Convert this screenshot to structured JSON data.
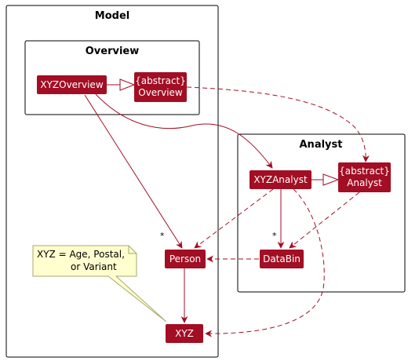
{
  "colors": {
    "class_fill": "#a20e23",
    "arrow": "#a20e23",
    "package_border": "#000000",
    "note_fill": "#fefece",
    "note_border": "#a8a86e"
  },
  "packages": {
    "model": {
      "title": "Model"
    },
    "overview": {
      "title": "Overview"
    },
    "analyst": {
      "title": "Analyst"
    }
  },
  "classes": {
    "xyz_overview": {
      "label": "XYZOverview"
    },
    "abstract_overview": {
      "stereotype": "{abstract}",
      "label": "Overview"
    },
    "xyz_analyst": {
      "label": "XYZAnalyst"
    },
    "abstract_analyst": {
      "stereotype": "{abstract}",
      "label": "Analyst"
    },
    "person": {
      "label": "Person"
    },
    "databin": {
      "label": "DataBin"
    },
    "xyz": {
      "label": "XYZ"
    }
  },
  "multiplicities": {
    "overview_to_person": "*",
    "analyst_to_databin": "*"
  },
  "note": {
    "line1": "XYZ = Age, Postal,",
    "line2": "or Variant"
  }
}
